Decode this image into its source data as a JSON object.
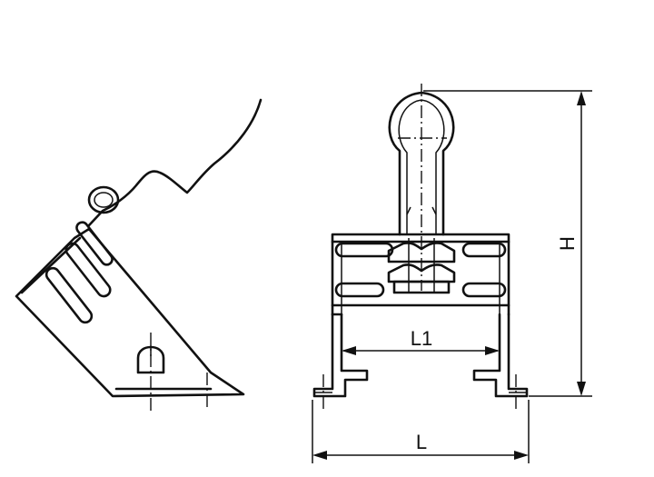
{
  "drawing": {
    "views": [
      "side-view",
      "front-view"
    ],
    "dimensions": {
      "height_label": "H",
      "inner_width_label": "L1",
      "overall_width_label": "L"
    }
  }
}
